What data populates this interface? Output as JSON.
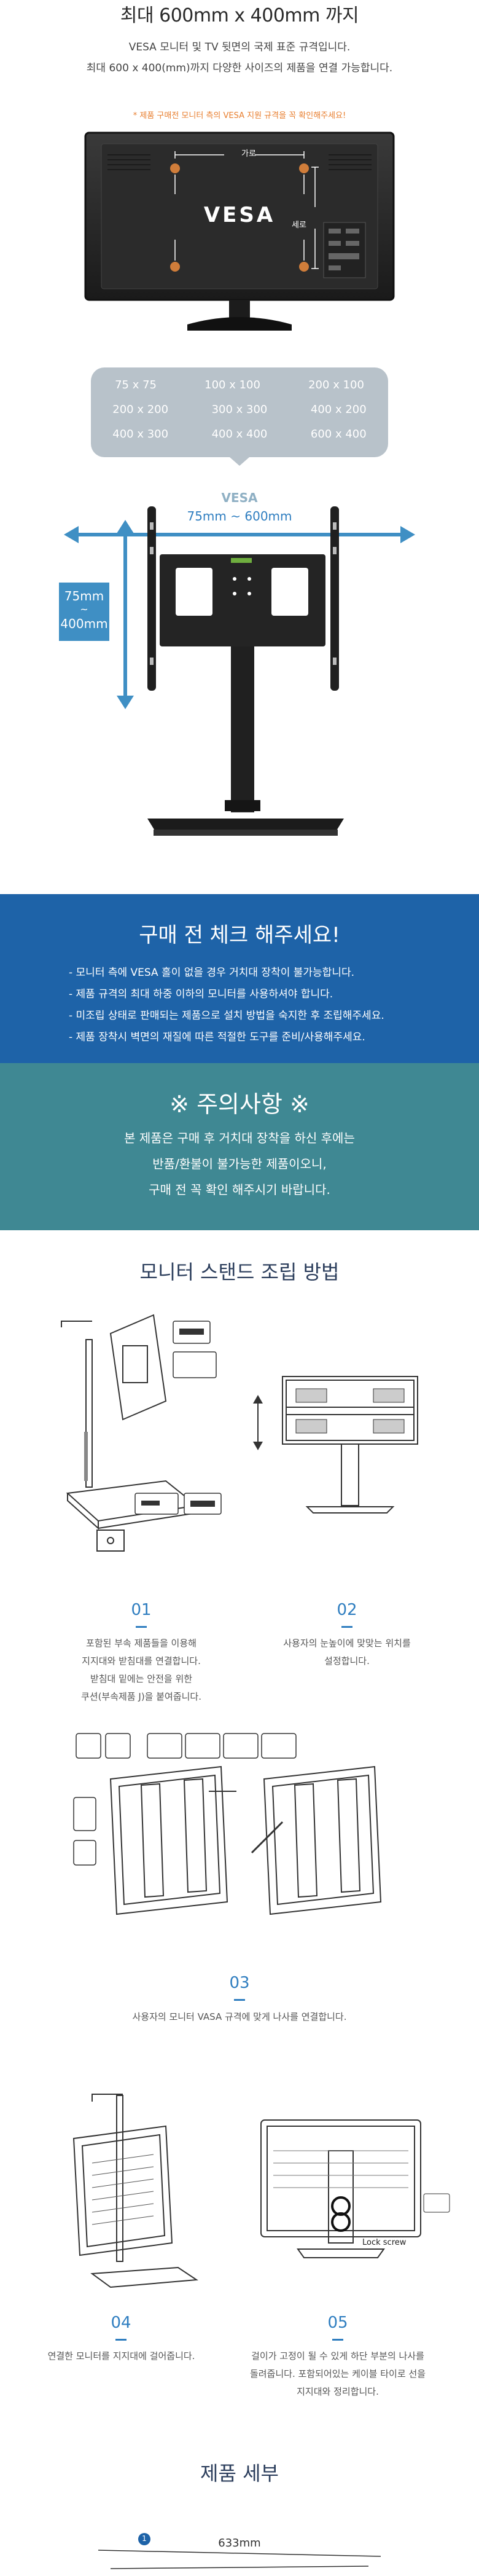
{
  "header": {
    "title": "최대 600mm x 400mm 까지",
    "desc_line1": "VESA 모니터 및 TV 뒷면의 국제 표준 규격입니다.",
    "desc_line2": "최대 600 x 400(mm)까지 다양한 사이즈의 제품을 연결 가능합니다.",
    "warning": "* 제품 구매전 모니터 측의 VESA 지원 규격을 꼭 확인해주세요!"
  },
  "vesa_image": {
    "label_width": "가로",
    "label_height": "세로",
    "label_vesa": "VESA"
  },
  "sizes": [
    [
      "75 x 75",
      "100 x 100",
      "200 x 100"
    ],
    [
      "200 x 200",
      "300 x 300",
      "400 x 200"
    ],
    [
      "400 x 300",
      "400 x 400",
      "600 x 400"
    ]
  ],
  "stand_diagram": {
    "vesa_label": "VESA",
    "range_label": "75mm ~ 600mm",
    "vertical_top": "75mm",
    "vertical_mid": "~",
    "vertical_bottom": "400mm"
  },
  "check": {
    "title": "구매 전 체크 해주세요!",
    "items": [
      "- 모니터 측에 VESA 홀이 없을 경우 거치대 장착이 불가능합니다.",
      "- 제품 규격의 최대 하중 이하의 모니터를 사용하셔야 합니다.",
      "- 미조립 상태로 판매되는 제품으로 설치 방법을 숙지한 후 조립해주세요.",
      "- 제품 장착시 벽면의 재질에 따른 적절한 도구를 준비/사용해주세요."
    ]
  },
  "notice": {
    "title": "※ 주의사항 ※",
    "line1": "본 제품은 구매 후 거치대 장착을 하신 후에는",
    "line2": "반품/환불이 불가능한 제품이오니,",
    "line3": "구매 전 꼭 확인 해주시기 바랍니다."
  },
  "assembly": {
    "title": "모니터 스탠드 조립 방법",
    "steps": [
      {
        "num": "01",
        "lines": [
          "포함된 부속 제품들을 이용해",
          "지지대와 받침대를 연결합니다.",
          "받침대 밑에는 안전을 위한",
          "쿠션(부속제품 J)을 붙여줍니다."
        ]
      },
      {
        "num": "02",
        "lines": [
          "사용자의 눈높이에 맞맞는 위치를",
          "설정합니다."
        ]
      },
      {
        "num": "03",
        "lines": [
          "사용자의 모니터 VASA 규격에 맞게 나사를 연결합니다."
        ]
      },
      {
        "num": "04",
        "lines": [
          "연결한 모니터를 지지대에 걸어줍니다."
        ]
      },
      {
        "num": "05",
        "lines": [
          "걸이가 고정이 될 수 있게 하단 부분의 나사를",
          "돌려줍니다. 포함되어있는 케이블 타이로 선을",
          "지지대와 정리합니다."
        ]
      }
    ],
    "lock_screw": "Lock screw"
  },
  "details": {
    "title": "제품 세부",
    "marker": "1",
    "width_label": "633mm"
  }
}
